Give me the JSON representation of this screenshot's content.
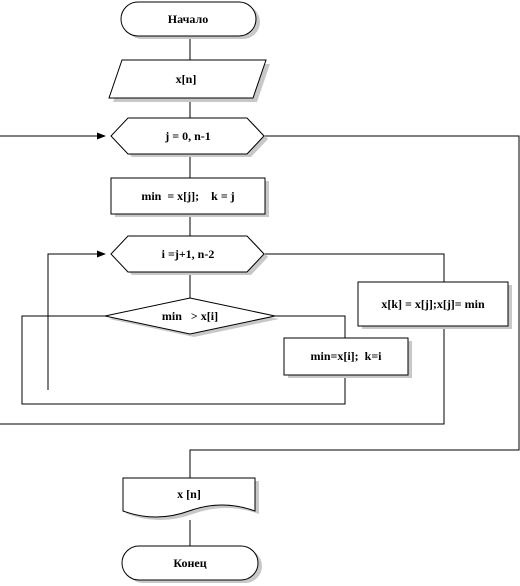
{
  "diagram": {
    "start_label": "Начало",
    "input_label": "x[n]",
    "outer_loop_label": "j = 0, n-1",
    "init_label": "min  = x[j];    k = j",
    "inner_loop_label": "i =j+1, n-2",
    "condition_label": "min   > x[i]",
    "update_label": "min=x[i];  k=i",
    "swap_label": "x[k] = x[j];x[j]= min",
    "output_label": "x [n]",
    "end_label": "Конец"
  }
}
